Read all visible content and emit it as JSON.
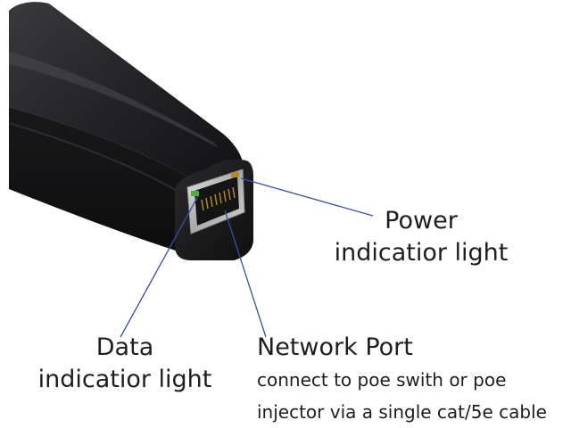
{
  "annotations": {
    "power": {
      "line1": "Power",
      "line2": "indicatior light"
    },
    "data": {
      "line1": "Data",
      "line2": "indicatior light"
    },
    "network": {
      "title": "Network Port",
      "desc_line1": "connect to poe swith or poe",
      "desc_line2": "injector via a single cat/5e cable"
    }
  },
  "colors": {
    "leader_line": "#3b4ea6",
    "device_body": "#1b1b1d",
    "port_metal": "#c9c9c9",
    "led_green": "#4fae3c",
    "led_amber": "#b8891f"
  }
}
